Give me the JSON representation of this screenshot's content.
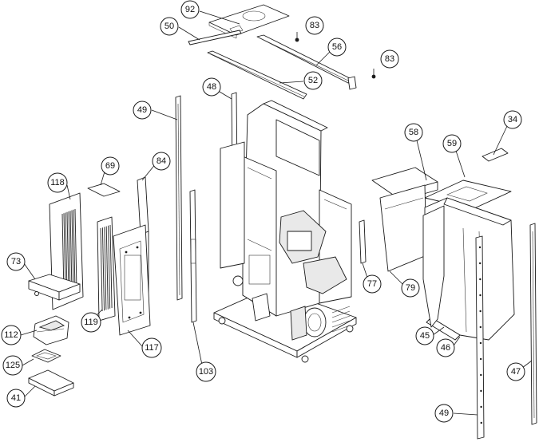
{
  "callouts": [
    {
      "id": "c92",
      "label": "92"
    },
    {
      "id": "c50",
      "label": "50"
    },
    {
      "id": "c83a",
      "label": "83"
    },
    {
      "id": "c56",
      "label": "56"
    },
    {
      "id": "c83b",
      "label": "83"
    },
    {
      "id": "c52",
      "label": "52"
    },
    {
      "id": "c48",
      "label": "48"
    },
    {
      "id": "c49a",
      "label": "49"
    },
    {
      "id": "c69",
      "label": "69"
    },
    {
      "id": "c84",
      "label": "84"
    },
    {
      "id": "c118",
      "label": "118"
    },
    {
      "id": "c73",
      "label": "73"
    },
    {
      "id": "c112",
      "label": "112"
    },
    {
      "id": "c119",
      "label": "119"
    },
    {
      "id": "c117",
      "label": "117"
    },
    {
      "id": "c125",
      "label": "125"
    },
    {
      "id": "c41",
      "label": "41"
    },
    {
      "id": "c103",
      "label": "103"
    },
    {
      "id": "c58",
      "label": "58"
    },
    {
      "id": "c59",
      "label": "59"
    },
    {
      "id": "c34",
      "label": "34"
    },
    {
      "id": "c77",
      "label": "77"
    },
    {
      "id": "c79",
      "label": "79"
    },
    {
      "id": "c45",
      "label": "45"
    },
    {
      "id": "c46",
      "label": "46"
    },
    {
      "id": "c47",
      "label": "47"
    },
    {
      "id": "c49b",
      "label": "49"
    }
  ]
}
